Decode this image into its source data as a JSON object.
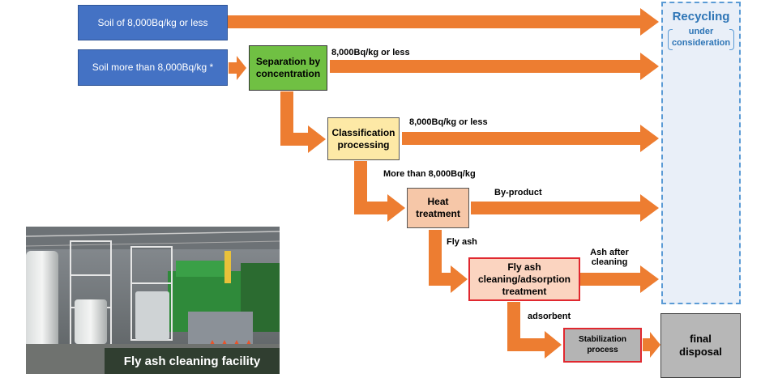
{
  "boxes": {
    "soil_low": "Soil of 8,000Bq/kg  or less",
    "soil_high": "Soil more than 8,000Bq/kg  *",
    "separation": "Separation by concentration",
    "classification": "Classification processing",
    "heat": "Heat treatment",
    "flyash_cleaning": "Fly ash cleaning/adsorption treatment",
    "stabilization": "Stabilization process",
    "final": "final disposal"
  },
  "labels": {
    "sep_out": "8,000Bq/kg  or less",
    "class_out": "8,000Bq/kg  or less",
    "more_than": "More than 8,000Bq/kg",
    "byproduct": "By-product",
    "fly_ash": "Fly ash",
    "ash_after_1": "Ash after",
    "ash_after_2": "cleaning",
    "adsorbent": "adsorbent"
  },
  "recycling": {
    "title": "Recycling",
    "sub_1": "under",
    "sub_2": "consideration"
  },
  "photo_caption": "Fly ash cleaning facility",
  "colors": {
    "arrow": "#ed7d31",
    "blue_box": "#4472c4",
    "green_box": "#70c043",
    "yellow_box": "#fde9a6",
    "peach_box": "#f6c7a8",
    "red_border": "#e0282f",
    "recycle_border": "#5b9bd5"
  }
}
